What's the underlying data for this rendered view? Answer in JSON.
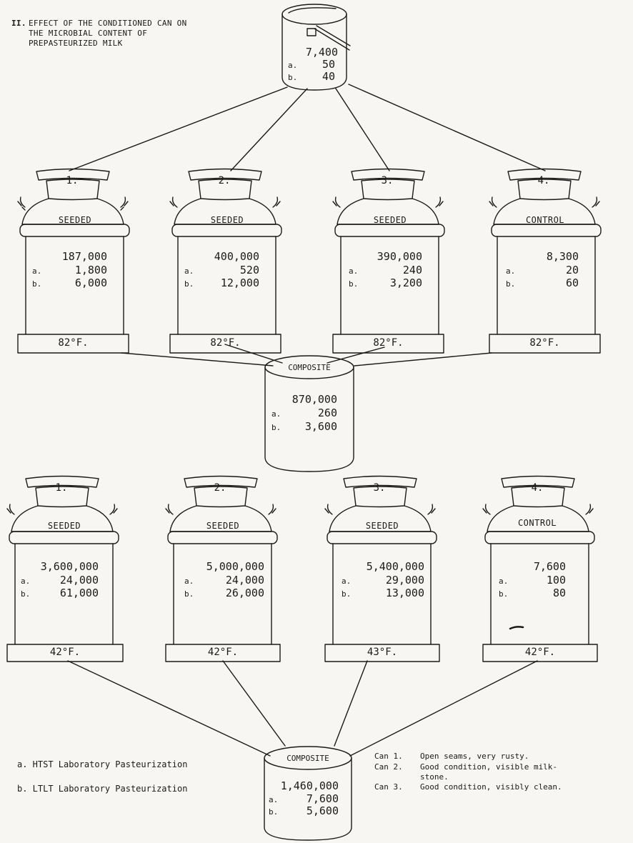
{
  "title": {
    "numeral": "II.",
    "lines": [
      "EFFECT OF THE CONDITIONED CAN ON",
      "THE MICROBIAL CONTENT OF",
      "PREPASTEURIZED MILK"
    ]
  },
  "pail": {
    "count": "7,400",
    "a": "50",
    "b": "40"
  },
  "row1": [
    {
      "num": "1.",
      "label": "SEEDED",
      "count": "187,000",
      "a": "1,800",
      "b": "6,000",
      "temp": "82°F."
    },
    {
      "num": "2.",
      "label": "SEEDED",
      "count": "400,000",
      "a": "520",
      "b": "12,000",
      "temp": "82°F."
    },
    {
      "num": "3.",
      "label": "SEEDED",
      "count": "390,000",
      "a": "240",
      "b": "3,200",
      "temp": "82°F."
    },
    {
      "num": "4.",
      "label": "CONTROL",
      "count": "8,300",
      "a": "20",
      "b": "60",
      "temp": "82°F."
    }
  ],
  "composite1": {
    "label": "COMPOSITE",
    "count": "870,000",
    "a": "260",
    "b": "3,600"
  },
  "row2": [
    {
      "num": "1.",
      "label": "SEEDED",
      "count": "3,600,000",
      "a": "24,000",
      "b": "61,000",
      "temp": "42°F."
    },
    {
      "num": "2.",
      "label": "SEEDED",
      "count": "5,000,000",
      "a": "24,000",
      "b": "26,000",
      "temp": "42°F."
    },
    {
      "num": "3.",
      "label": "SEEDED",
      "count": "5,400,000",
      "a": "29,000",
      "b": "13,000",
      "temp": "43°F."
    },
    {
      "num": "4.",
      "label": "CONTROL",
      "count": "7,600",
      "a": "100",
      "b": "80",
      "temp": "42°F."
    }
  ],
  "composite2": {
    "label": "COMPOSITE",
    "count": "1,460,000",
    "a": "7,600",
    "b": "5,600"
  },
  "row_markers": {
    "a": "a.",
    "b": "b."
  },
  "legend": {
    "a": "a. HTST Laboratory Pasteurization",
    "b": "b. LTLT Laboratory Pasteurization"
  },
  "notes": [
    {
      "can": "Can 1.",
      "text": "Open seams, very rusty."
    },
    {
      "can": "Can 2.",
      "text": "Good condition, visible milk-"
    },
    {
      "can": "",
      "text": "stone."
    },
    {
      "can": "Can 3.",
      "text": "Good condition, visibly clean."
    }
  ]
}
